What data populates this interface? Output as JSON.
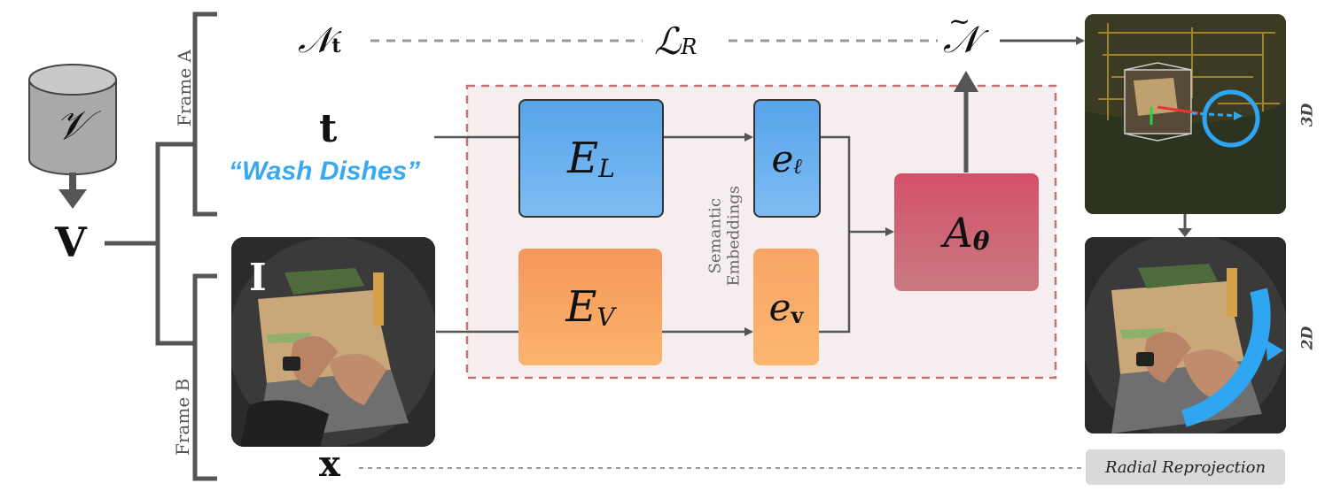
{
  "labels": {
    "dataset": "𝒱",
    "video": "V",
    "frame_a": "Frame A",
    "frame_b": "Frame B",
    "n_t": "𝒩",
    "n_t_sub": "t",
    "loss": "ℒ",
    "loss_sub": "R",
    "n_pred": "𝒩",
    "t": "t",
    "command": "“Wash Dishes”",
    "image": "I",
    "x": "x",
    "semantic_embeddings": "Semantic Embeddings",
    "radial_reprojection": "Radial Reprojection",
    "view_3d": "3D",
    "view_2d": "2D"
  },
  "boxes": {
    "language_encoder": {
      "main": "E",
      "sub": "L"
    },
    "vision_encoder": {
      "main": "E",
      "sub": "V"
    },
    "language_embedding": {
      "main": "e",
      "sub": "ℓ"
    },
    "vision_embedding": {
      "main": "e",
      "sub": "v"
    },
    "action_model": {
      "main": "A",
      "sub": "θ"
    }
  },
  "colors": {
    "blue_box": "#6ab1ef",
    "orange_box": "#f7a460",
    "red_box": "#d0566a",
    "dashed_region": "#c77272",
    "region_fill": "#f6eeee",
    "command_text": "#39a8f0",
    "ring": "#2ea6f2"
  }
}
